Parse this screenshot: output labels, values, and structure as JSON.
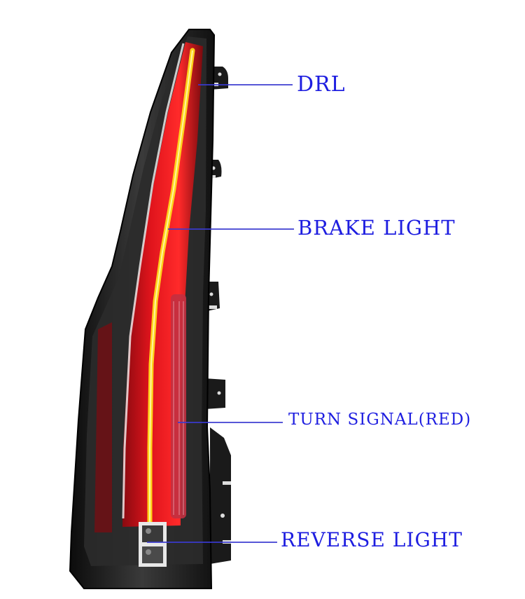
{
  "diagram": {
    "subject": "LED tail light assembly",
    "colors": {
      "label_text": "#1e1ee0",
      "leader_line": "#3a3ad0",
      "housing": "#1a1a1a",
      "red_lens": "#d8141c",
      "yellow_strip": "#ffd21a",
      "background": "#ffffff"
    },
    "callouts": [
      {
        "label": "DRL",
        "target": "upper light strip"
      },
      {
        "label": "BRAKE LIGHT",
        "target": "red light bar"
      },
      {
        "label": "TURN SIGNAL(RED)",
        "target": "sequential turn strip"
      },
      {
        "label": "REVERSE LIGHT",
        "target": "reverse lamp modules"
      }
    ]
  }
}
